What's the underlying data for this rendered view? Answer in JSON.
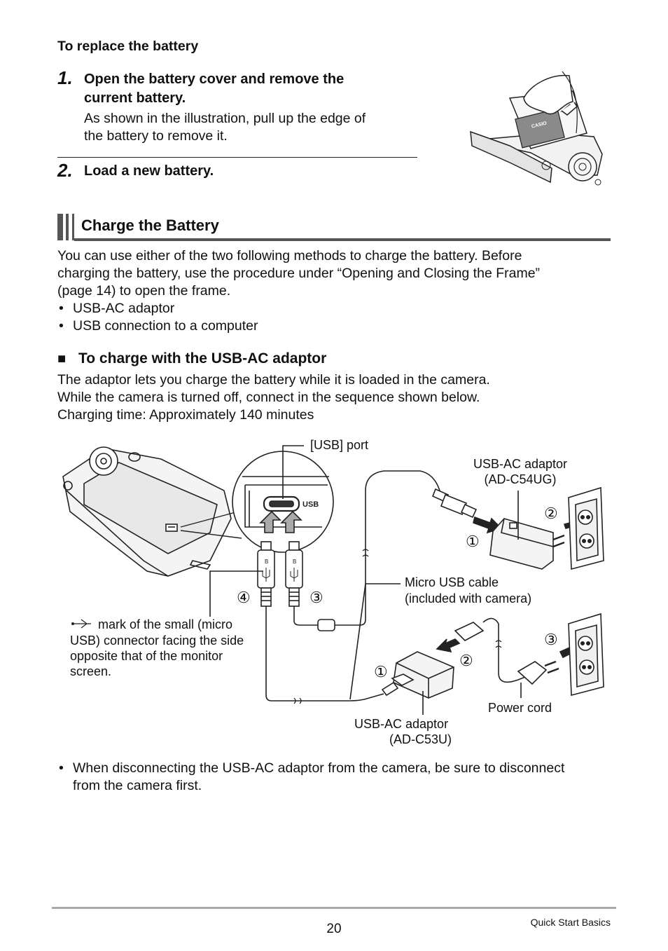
{
  "replace": {
    "heading": "To replace the battery",
    "step1_num": "1.",
    "step1_title_line1": "Open the battery cover and remove the",
    "step1_title_line2": "current battery.",
    "step1_body_line1": "As shown in the illustration, pull up the edge of",
    "step1_body_line2": "the battery to remove it.",
    "step2_num": "2.",
    "step2_title": "Load a new battery.",
    "battery_brand": "CASIO"
  },
  "charge": {
    "section_title": "Charge the Battery",
    "intro_line1": "You can use either of the two following methods to charge the battery. Before",
    "intro_line2": "charging the battery, use the procedure under “Opening and Closing the Frame”",
    "intro_line3": "(page 14) to open the frame.",
    "bullets": [
      "USB-AC adaptor",
      "USB connection to a computer"
    ],
    "bullet_char": "•",
    "sub_marker": "■",
    "sub_heading": "To charge with the USB-AC adaptor",
    "sub_body_line1": "The adaptor lets you charge the battery while it is loaded in the camera.",
    "sub_body_line2": "While the camera is turned off, connect in the sequence shown below.",
    "sub_body_line3": "Charging time: Approximately 140 minutes"
  },
  "diagram": {
    "usb_port_label": "[USB] port",
    "usb_text": "USB",
    "adaptor_top_line1": "USB-AC adaptor",
    "adaptor_top_line2": "(AD-C54UG)",
    "micro_usb_line1": "Micro USB cable",
    "micro_usb_line2": "(included with camera)",
    "mark_line1": "mark of the small (micro",
    "mark_line2": "USB) connector facing the side",
    "mark_line3": "opposite that of the monitor",
    "mark_line4": "screen.",
    "power_cord": "Power cord",
    "adaptor_bottom_line1": "USB-AC adaptor",
    "adaptor_bottom_line2": "(AD-C53U)",
    "conn_letter": "B",
    "n1": "①",
    "n2": "②",
    "n3": "③",
    "n4": "④"
  },
  "note": {
    "bullet_char": "•",
    "line1": "When disconnecting the USB-AC adaptor from the camera, be sure to disconnect",
    "line2": "from the camera first."
  },
  "footer": {
    "page_number": "20",
    "section": "Quick Start Basics"
  }
}
